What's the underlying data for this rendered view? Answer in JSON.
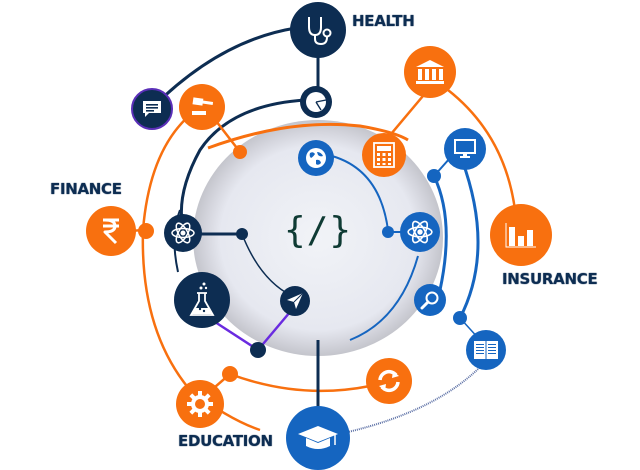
{
  "diagram": {
    "center_symbol": "{/}",
    "categories": [
      {
        "id": "health",
        "label": "HEALTH"
      },
      {
        "id": "finance",
        "label": "FINANCE"
      },
      {
        "id": "insurance",
        "label": "INSURANCE"
      },
      {
        "id": "education",
        "label": "EDUCATION"
      }
    ],
    "nodes": [
      {
        "name": "stethoscope",
        "color": "navy"
      },
      {
        "name": "chat",
        "color": "navy"
      },
      {
        "name": "gavel",
        "color": "orange"
      },
      {
        "name": "pie-chart",
        "color": "navy"
      },
      {
        "name": "bank",
        "color": "orange"
      },
      {
        "name": "calculator",
        "color": "orange"
      },
      {
        "name": "globe",
        "color": "blue"
      },
      {
        "name": "monitor",
        "color": "blue"
      },
      {
        "name": "rupee",
        "color": "orange"
      },
      {
        "name": "atom-left",
        "color": "navy"
      },
      {
        "name": "atom-right",
        "color": "blue"
      },
      {
        "name": "bar-chart",
        "color": "orange"
      },
      {
        "name": "search",
        "color": "blue"
      },
      {
        "name": "flask",
        "color": "navy"
      },
      {
        "name": "paper-plane",
        "color": "navy"
      },
      {
        "name": "book",
        "color": "blue"
      },
      {
        "name": "gear",
        "color": "orange"
      },
      {
        "name": "refresh",
        "color": "orange"
      },
      {
        "name": "graduation-cap",
        "color": "blue"
      }
    ],
    "colors": {
      "orange": "#f8700f",
      "navy": "#0d2d52",
      "blue": "#1565c0",
      "purple": "#6a2be0",
      "center_fill": "#eceef4",
      "center_ring": "#c9cbd2",
      "code_color": "#0f3b34"
    }
  }
}
